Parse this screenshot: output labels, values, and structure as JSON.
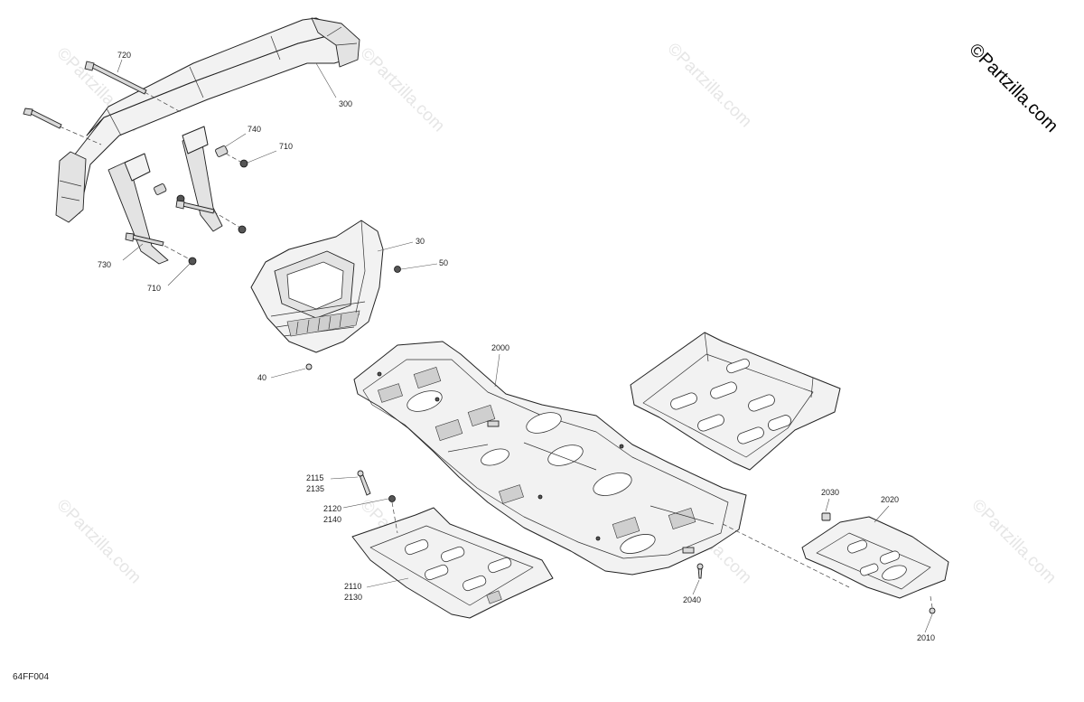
{
  "copyright": "©Partzilla.com",
  "watermark": "©Partzilla.com",
  "diagram_code": "64FF004",
  "callouts": {
    "c720": "720",
    "c300": "300",
    "c740": "740",
    "c710a": "710",
    "c730": "730",
    "c710b": "710",
    "c30": "30",
    "c50": "50",
    "c40": "40",
    "c2000": "2000",
    "c2115": "2115",
    "c2135": "2135",
    "c2120": "2120",
    "c2140": "2140",
    "c2110": "2110",
    "c2130": "2130",
    "c2040": "2040",
    "c2030": "2030",
    "c2020": "2020",
    "c2010": "2010"
  }
}
